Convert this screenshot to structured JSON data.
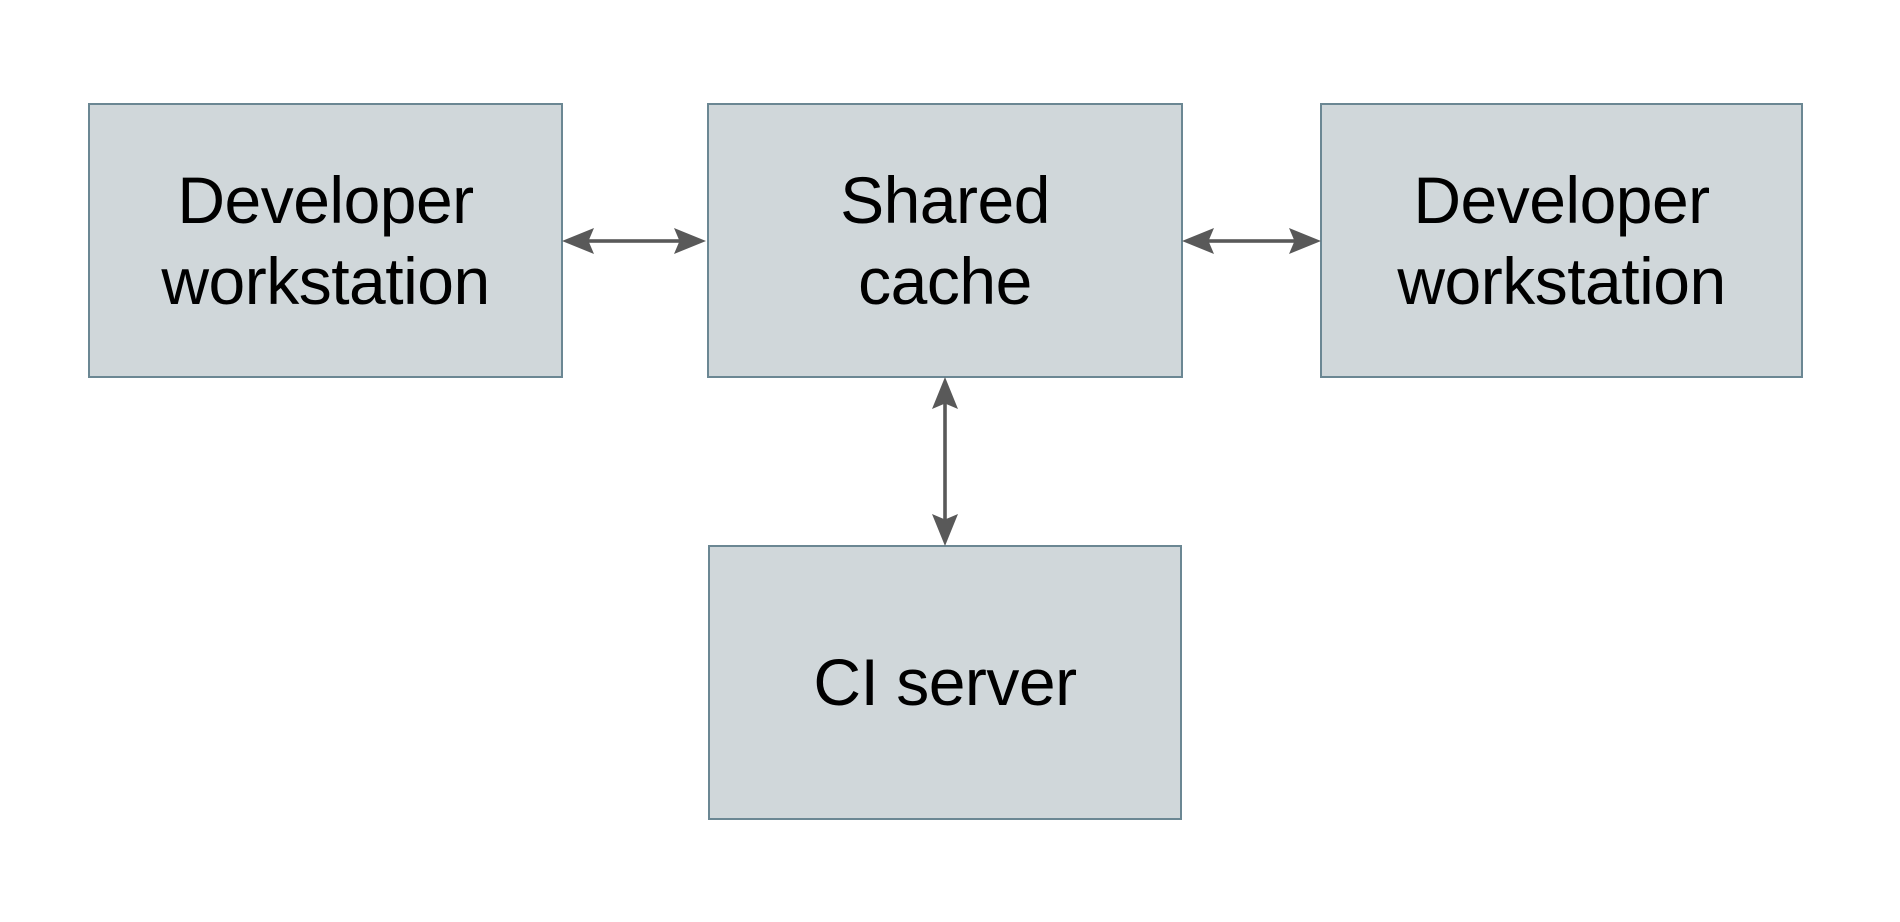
{
  "diagram": {
    "background_color": "#ffffff",
    "node_fill_color": "#d0d7da",
    "node_border_color": "#6b8793",
    "edge_color": "#595959",
    "text_color": "#000000",
    "nodes": [
      {
        "id": "dev-left",
        "label": "Developer\nworkstation"
      },
      {
        "id": "cache",
        "label": "Shared\ncache"
      },
      {
        "id": "dev-right",
        "label": "Developer\nworkstation"
      },
      {
        "id": "ci",
        "label": "CI server"
      }
    ],
    "edges": [
      {
        "id": "left-cache",
        "from": "dev-left",
        "to": "cache",
        "arrow": "double",
        "orientation": "horizontal"
      },
      {
        "id": "cache-right",
        "from": "cache",
        "to": "dev-right",
        "arrow": "double",
        "orientation": "horizontal"
      },
      {
        "id": "cache-ci",
        "from": "cache",
        "to": "ci",
        "arrow": "double",
        "orientation": "vertical"
      }
    ]
  }
}
